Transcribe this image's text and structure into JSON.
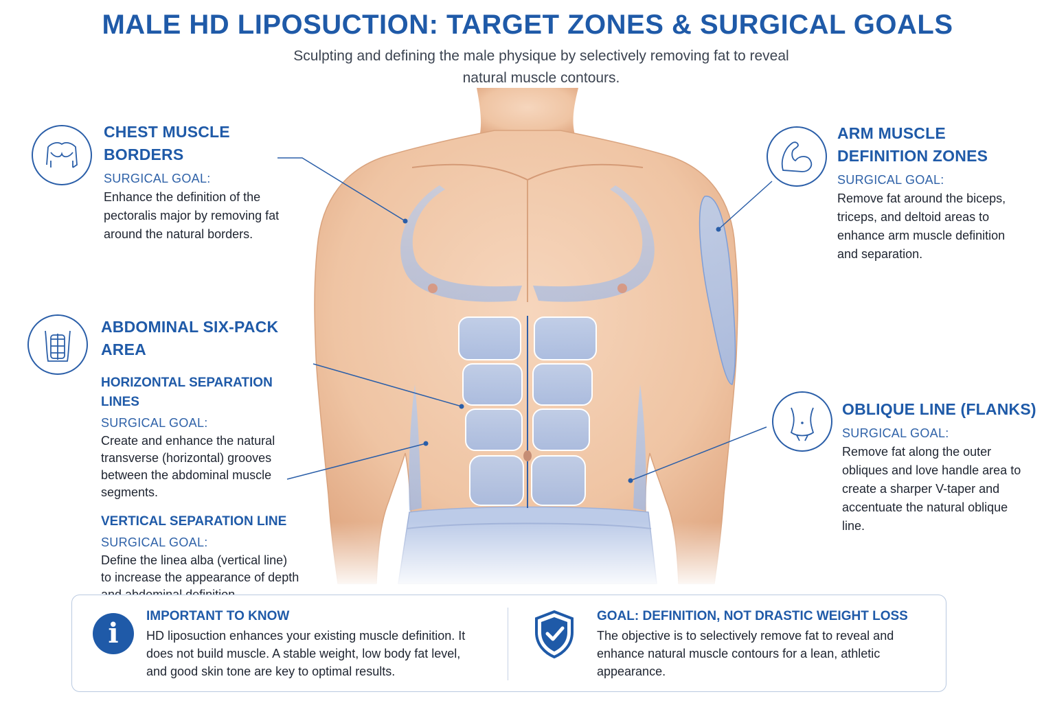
{
  "title": "MALE HD LIPOSUCTION: TARGET ZONES & SURGICAL GOALS",
  "subtitle": "Sculpting and defining the male physique by selectively removing fat to reveal natural muscle contours.",
  "colors": {
    "accent": "#1f5aa8",
    "zone": "#a9c2ea",
    "skin": "#f1c9aa"
  },
  "zones": {
    "chest": {
      "heading": "CHEST MUSCLE BORDERS",
      "goal_label": "SURGICAL GOAL:",
      "goal_text": "Enhance the definition of the pectoralis major by removing fat around the natural borders.",
      "icon": "chest-icon"
    },
    "abdominal": {
      "heading": "ABDOMINAL SIX-PACK AREA",
      "icon": "six-pack-icon",
      "horizontal": {
        "heading": "HORIZONTAL SEPARATION LINES",
        "goal_label": "SURGICAL GOAL:",
        "goal_text": "Create and enhance the natural transverse (horizontal) grooves between the abdominal muscle segments."
      },
      "vertical": {
        "heading": "VERTICAL SEPARATION LINE",
        "goal_label": "SURGICAL GOAL:",
        "goal_text": "Define the linea alba (vertical line) to increase the appearance of depth and abdominal definition."
      }
    },
    "arm": {
      "heading_line1": "ARM MUSCLE",
      "heading_line2": "DEFINITION ZONES",
      "goal_label": "SURGICAL GOAL:",
      "goal_text": "Remove fat around the biceps, triceps, and deltoid areas to enhance arm muscle definition and separation.",
      "icon": "flexed-arm-icon"
    },
    "oblique": {
      "heading": "OBLIQUE LINE (FLANKS)",
      "goal_label": "SURGICAL GOAL:",
      "goal_text": "Remove fat along the outer obliques and love handle area to create a sharper V-taper and accentuate the natural oblique line.",
      "icon": "waist-icon"
    }
  },
  "notes": {
    "important": {
      "heading": "IMPORTANT TO KNOW",
      "body": "HD liposuction enhances your existing muscle definition. It does not build muscle. A stable weight, low body fat level, and good skin tone are key to optimal results.",
      "icon_glyph": "i",
      "icon": "info-icon"
    },
    "goal": {
      "heading": "GOAL: DEFINITION, NOT DRASTIC WEIGHT LOSS",
      "body": "The objective is to selectively remove fat to reveal and enhance natural muscle contours for a lean, athletic appearance.",
      "icon": "shield-check-icon"
    }
  }
}
